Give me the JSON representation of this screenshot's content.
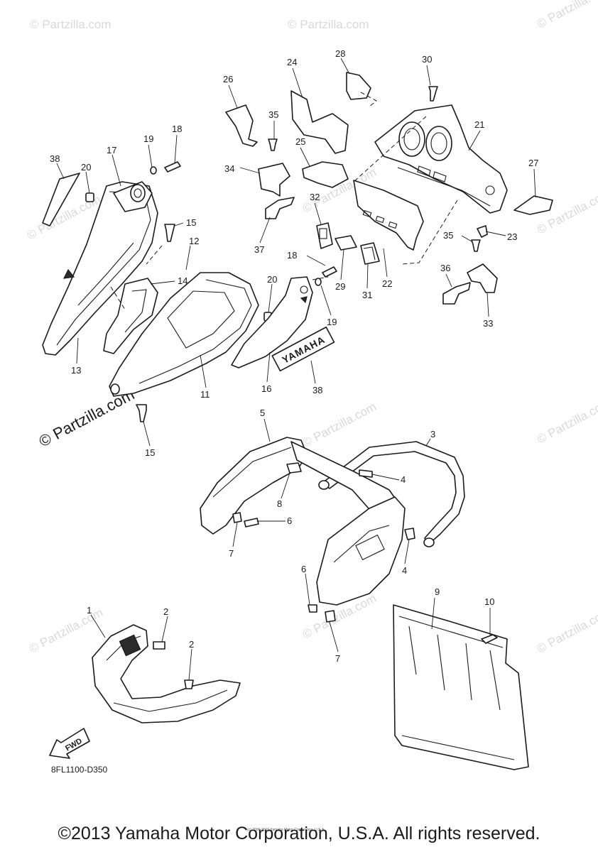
{
  "watermark": "© Partzilla.com",
  "side_watermark": "© Partzilla.com",
  "decal_text": "YAMAHA",
  "fwd_label": "FWD",
  "diagram_code": "8FL1100-D350",
  "tiny_copyright": "(c) 2006-2016 Yamaha Motor Corporation, U.S.A.",
  "copyright": "©2013 Yamaha Motor Corporation, U.S.A. All rights reserved.",
  "callouts": {
    "c1": "1",
    "c2a": "2",
    "c2b": "2",
    "c3": "3",
    "c4a": "4",
    "c4b": "4",
    "c5": "5",
    "c6a": "6",
    "c6b": "6",
    "c7a": "7",
    "c7b": "7",
    "c8": "8",
    "c9": "9",
    "c10": "10",
    "c11": "11",
    "c12": "12",
    "c13": "13",
    "c14": "14",
    "c15a": "15",
    "c15b": "15",
    "c16": "16",
    "c17": "17",
    "c18a": "18",
    "c18b": "18",
    "c19a": "19",
    "c19b": "19",
    "c20a": "20",
    "c20b": "20",
    "c21": "21",
    "c22": "22",
    "c23": "23",
    "c24": "24",
    "c25": "25",
    "c26": "26",
    "c27": "27",
    "c28": "28",
    "c29": "29",
    "c30": "30",
    "c31": "31",
    "c32": "32",
    "c33": "33",
    "c35a": "35",
    "c35b": "35",
    "c34": "34",
    "c36": "36",
    "c37": "37",
    "c38a": "38",
    "c38b": "38"
  }
}
